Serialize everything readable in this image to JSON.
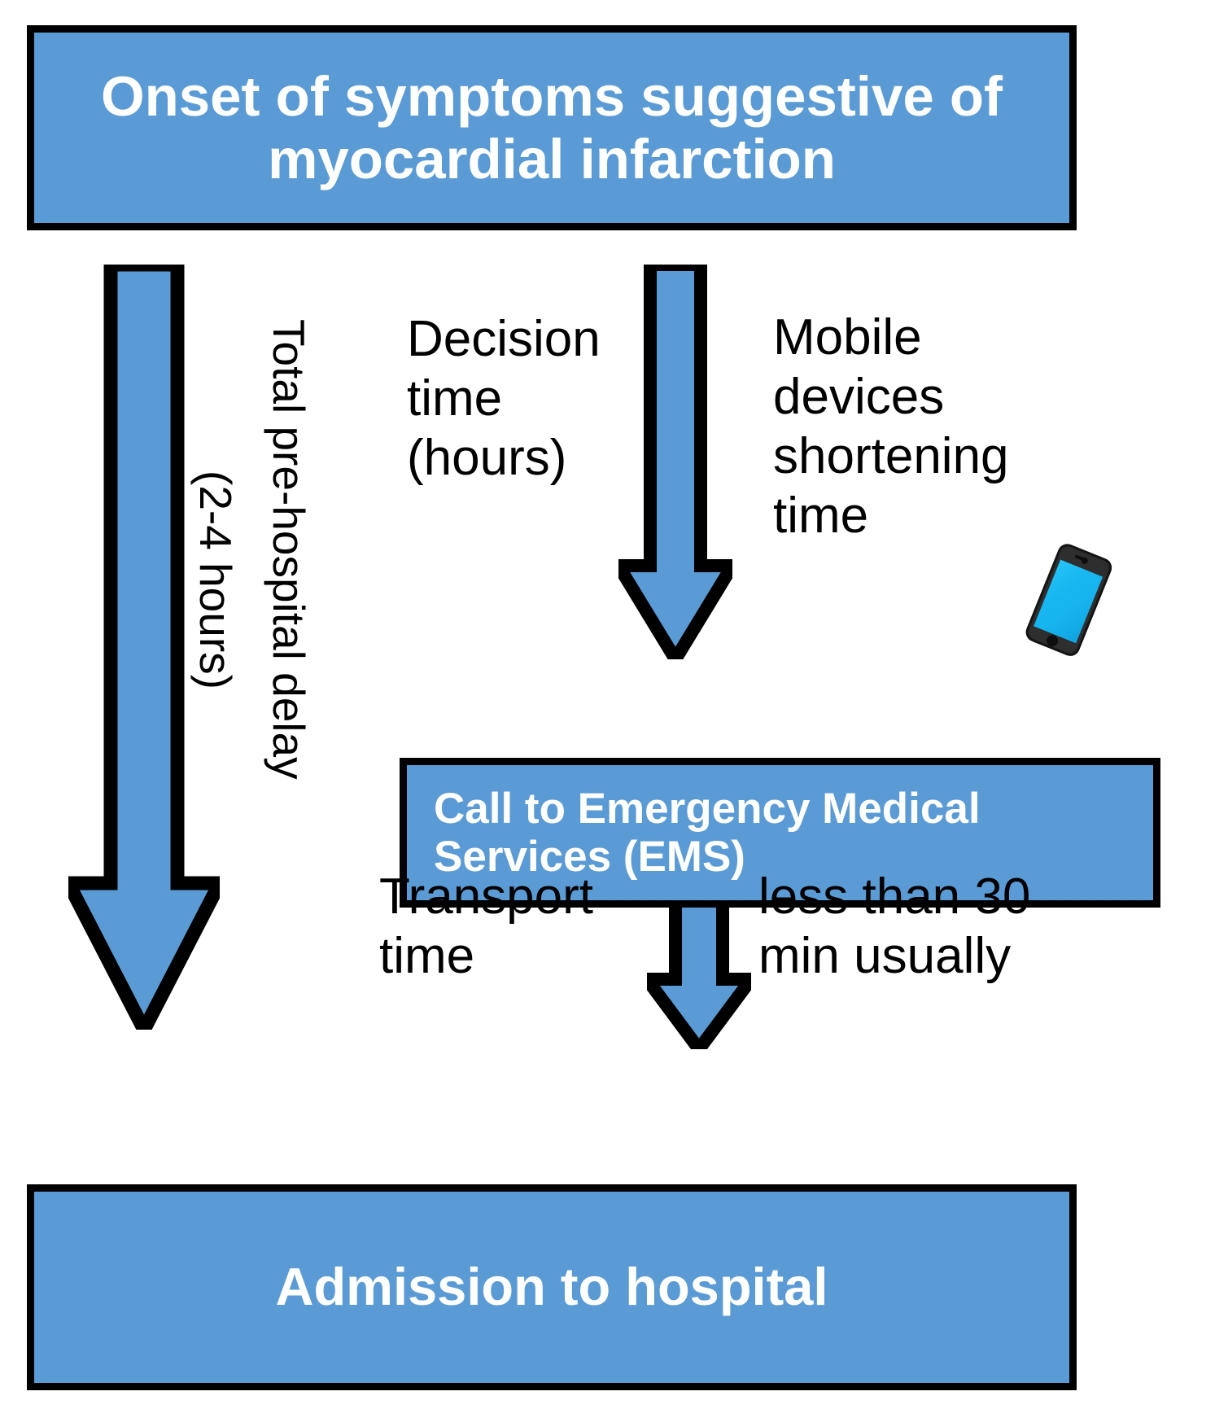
{
  "diagram": {
    "title_box": {
      "line1": "Onset of symptoms suggestive of",
      "line2": "myocardial infarction",
      "fill_color": "#5B9BD5",
      "border_color": "#000000",
      "text_color": "#FFFFFF"
    },
    "ems_box": {
      "line1": "Call to Emergency Medical",
      "line2": "Services (EMS)",
      "fill_color": "#5B9BD5"
    },
    "admission_box": {
      "label": "Admission to hospital",
      "fill_color": "#5B9BD5"
    },
    "labels": {
      "total_delay_line1": "Total pre-hospital delay",
      "total_delay_line2": "(2-4 hours)",
      "decision_line1": "Decision",
      "decision_line2": "time",
      "decision_line3": "(hours)",
      "mobile_line1": "Mobile",
      "mobile_line2": "devices",
      "mobile_line3": "shortening",
      "mobile_line4": "time",
      "transport_line1": "Transport",
      "transport_line2": "time",
      "duration_line1": "less than 30",
      "duration_line2": "min usually"
    },
    "icons": {
      "phone": "smartphone-icon",
      "arrow_total": "down-block-arrow-total-delay",
      "arrow_decision": "down-block-arrow-decision-time",
      "arrow_transport": "down-block-arrow-transport-time"
    },
    "colors": {
      "accent_blue": "#5B9BD5",
      "outline_black": "#000000",
      "phone_screen": "#14B4EF",
      "phone_body": "#1A1A1A"
    }
  }
}
